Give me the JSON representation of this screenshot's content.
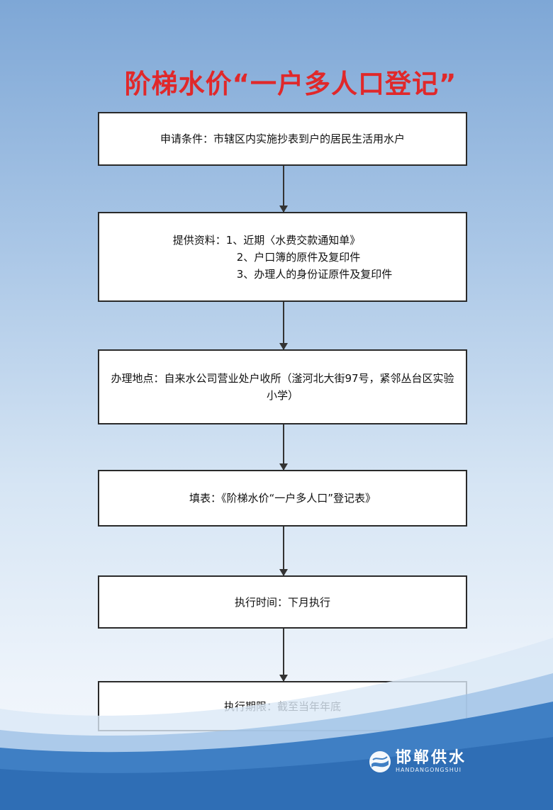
{
  "title": "阶梯水价“一户多人口登记”",
  "steps": {
    "condition": "申请条件：市辖区内实施抄表到户的居民生活用水户",
    "materials": {
      "line1": "提供资料：1、近期〈水费交款通知单》",
      "line2": "2、户口簿的原件及复印件",
      "line3": "3、办理人的身份证原件及复印件"
    },
    "location": "办理地点：自来水公司营业处户收所（滏河北大街97号，紧邻丛台区实验小学）",
    "form": "填表：《阶梯水价“一户多人口”登记表》",
    "exec_time": "执行时间：下月执行",
    "deadline": "执行期限：截至当年年底"
  },
  "logo": {
    "name_cn": "邯郸供水",
    "name_en": "HANDANGONGSHUI",
    "icon": "water-drop-logo-icon"
  },
  "colors": {
    "title": "#e0282a",
    "background_top": "#7ea7d6",
    "wave": "#3f7fc4"
  }
}
